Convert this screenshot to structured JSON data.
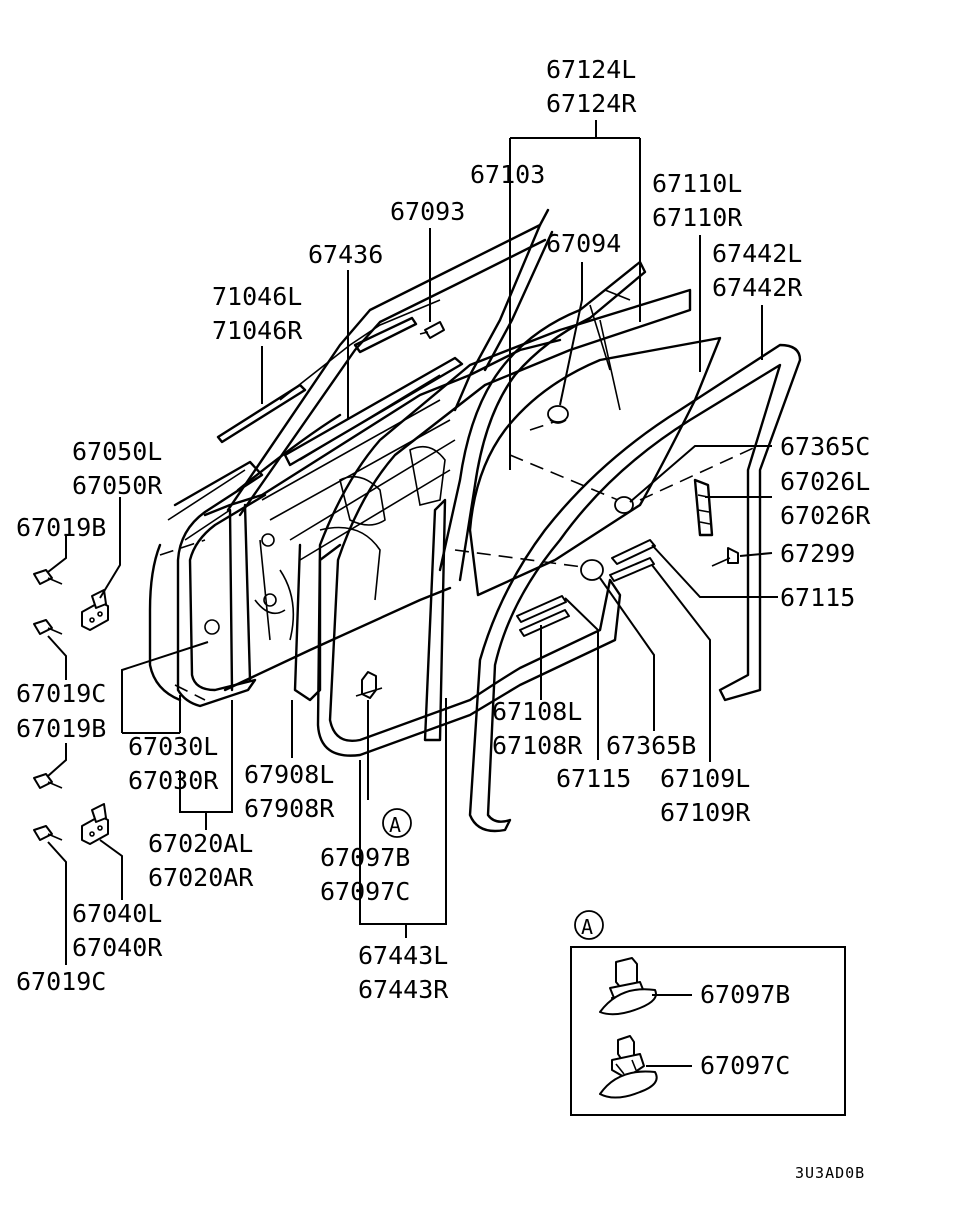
{
  "callouts": {
    "p67124": [
      "67124L",
      "67124R"
    ],
    "p67103": [
      "67103"
    ],
    "p67110": [
      "67110L",
      "67110R"
    ],
    "p67093": [
      "67093"
    ],
    "p67094": [
      "67094"
    ],
    "p67436": [
      "67436"
    ],
    "p67442": [
      "67442L",
      "67442R"
    ],
    "p71046": [
      "71046L",
      "71046R"
    ],
    "p67050": [
      "67050L",
      "67050R"
    ],
    "p67365c": [
      "67365C"
    ],
    "p67026": [
      "67026L",
      "67026R"
    ],
    "p67019b_top": [
      "67019B"
    ],
    "p67299": [
      "67299"
    ],
    "p67115_right": [
      "67115"
    ],
    "p67019c_top": [
      "67019C"
    ],
    "p67019b_mid": [
      "67019B"
    ],
    "p67030": [
      "67030L",
      "67030R"
    ],
    "p67908": [
      "67908L",
      "67908R"
    ],
    "p67108": [
      "67108L",
      "67108R"
    ],
    "p67365b": [
      "67365B"
    ],
    "p67115_bottom": [
      "67115"
    ],
    "p67109": [
      "67109L",
      "67109R"
    ],
    "p67020a": [
      "67020AL",
      "67020AR"
    ],
    "p67097": [
      "67097B",
      "67097C"
    ],
    "p67040": [
      "67040L",
      "67040R"
    ],
    "p67443": [
      "67443L",
      "67443R"
    ],
    "p67019c_bottom": [
      "67019C"
    ]
  },
  "detail": {
    "marker": "A",
    "items": [
      "67097B",
      "67097C"
    ]
  },
  "figure_code": "3U3AD0B"
}
